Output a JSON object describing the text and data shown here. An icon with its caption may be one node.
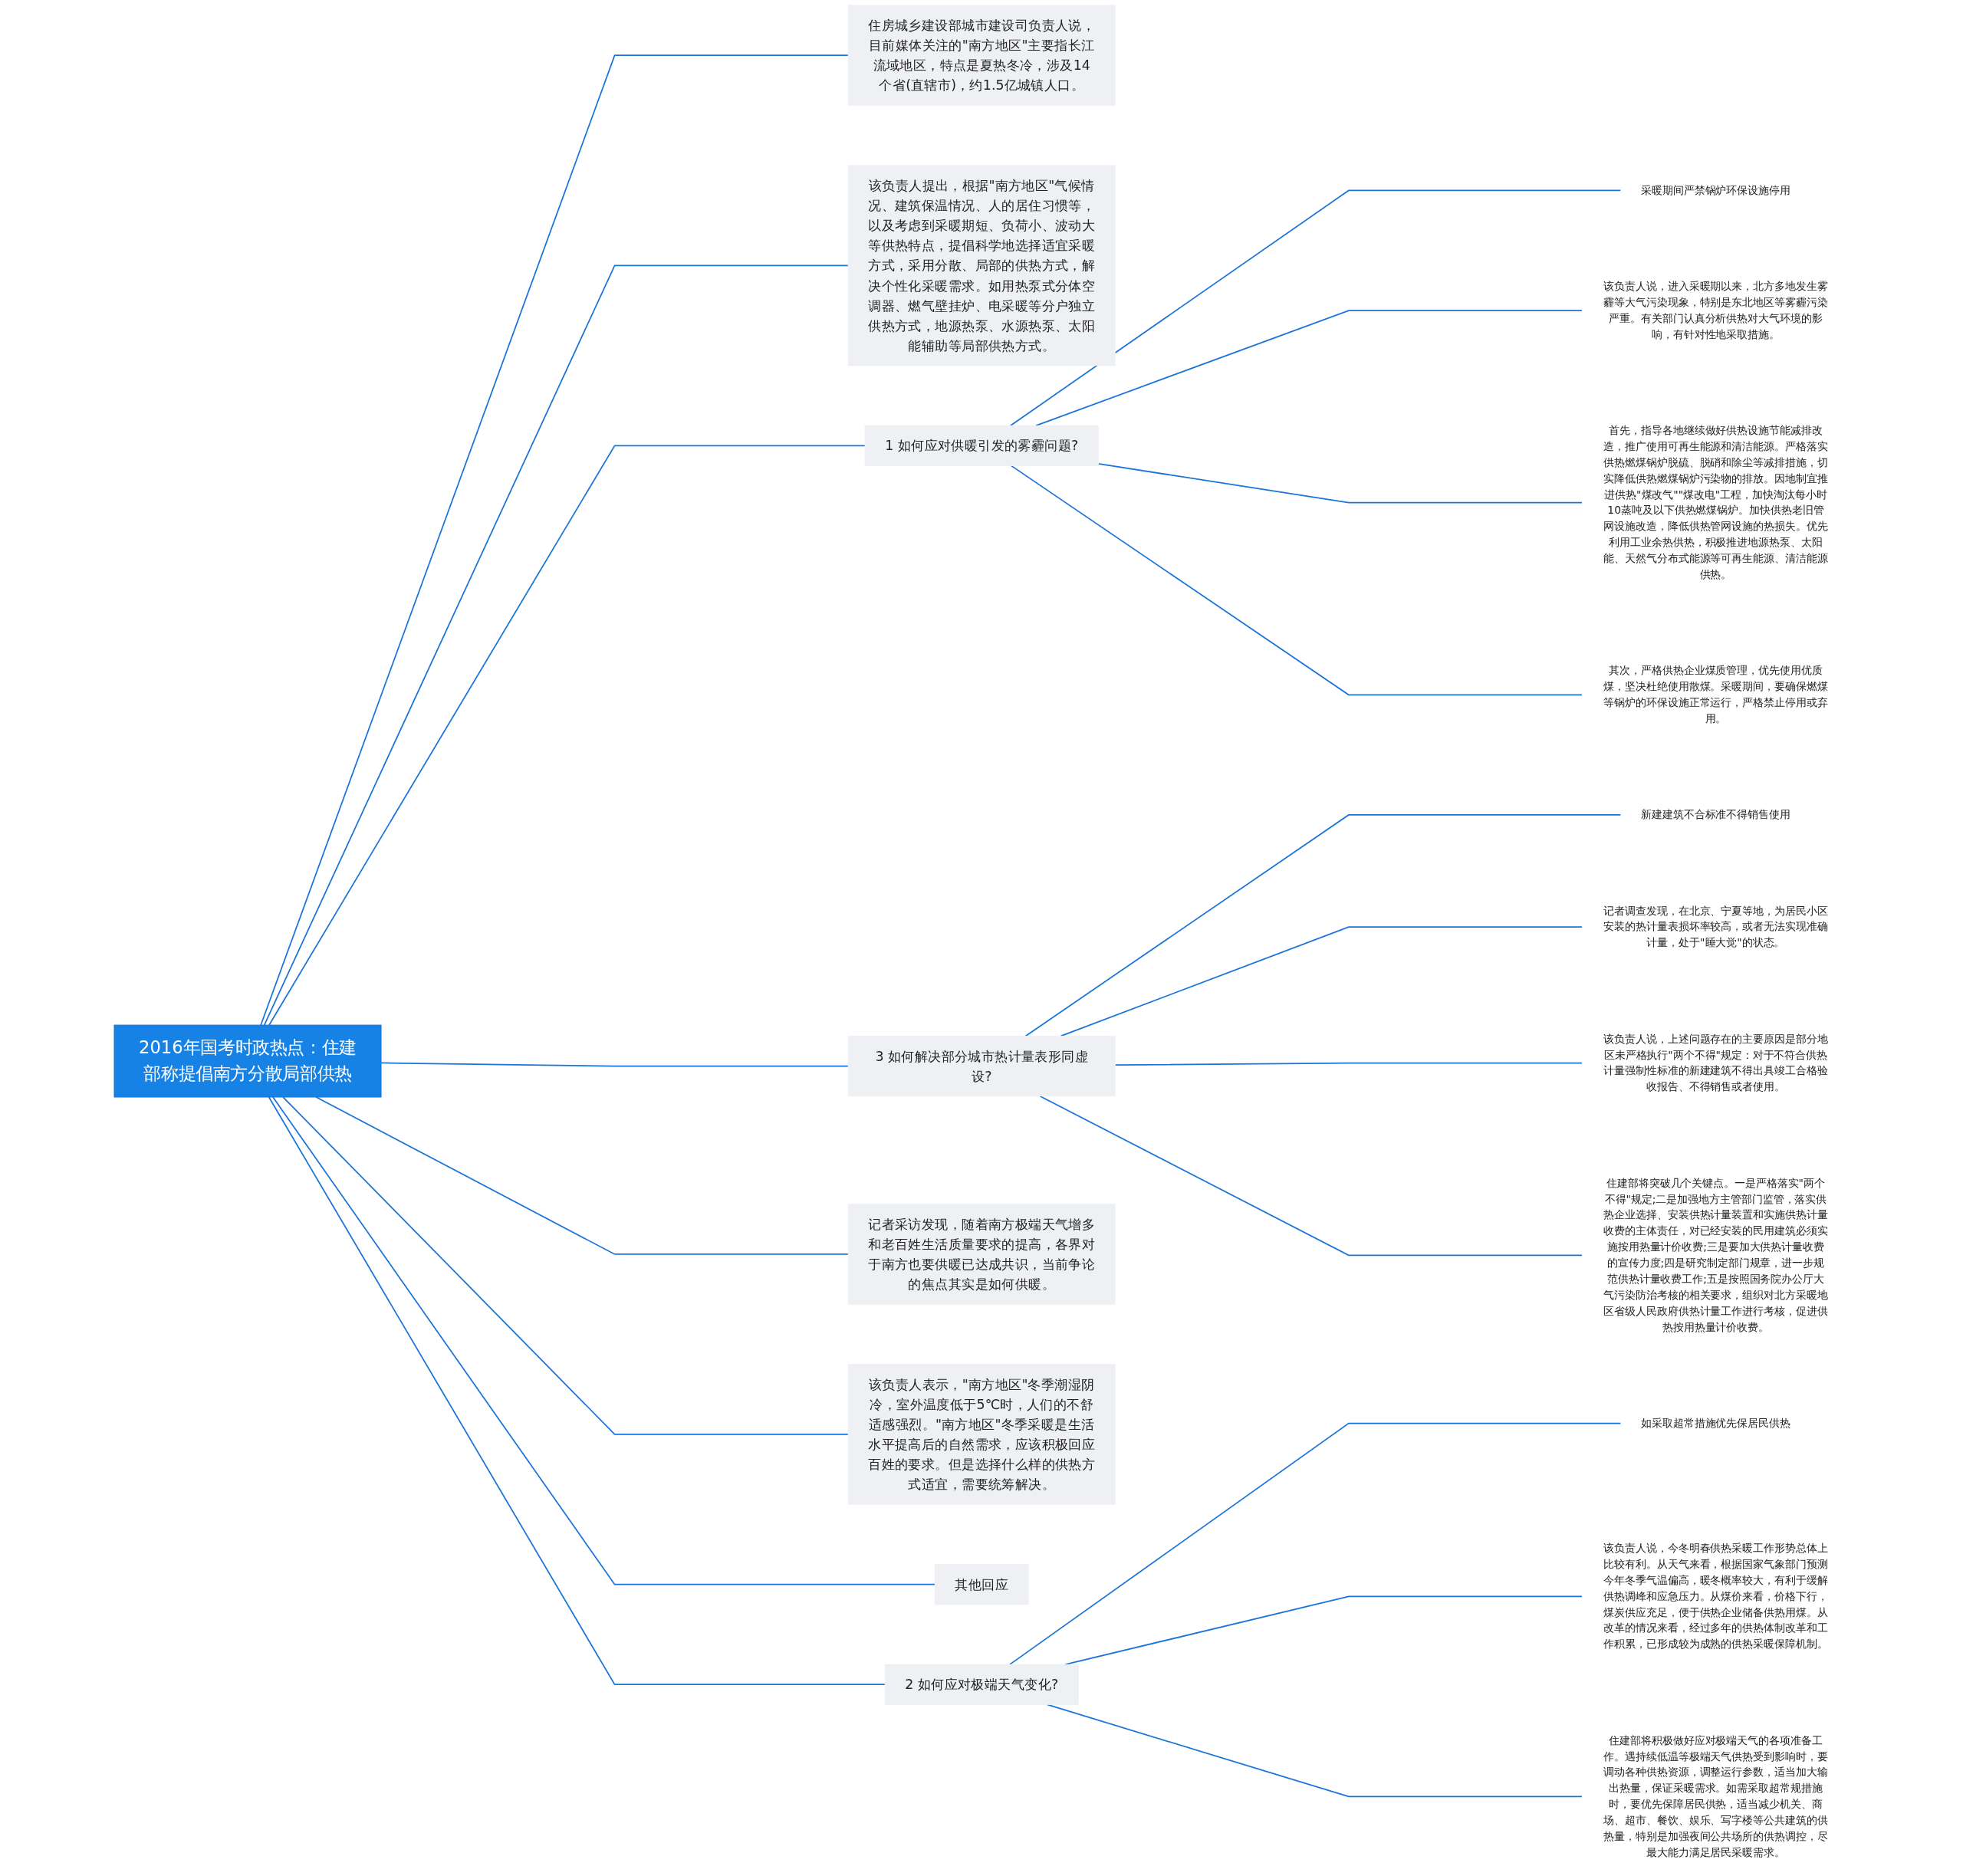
{
  "diagram": {
    "nodes": [
      {
        "text": [
          "2016年国考时政热点：住建部称提倡南方分散局部供热"
        ]
      },
      {
        "text": [
          "住房城乡建设部城市建设司负责人说，目前媒体关注的\"南方地区\"主要指长江流域地区，特点是夏热冬冷，涉及14个省(直辖市)，约1.5亿城镇人口。"
        ]
      },
      {
        "text": [
          "该负责人提出，根据\"南方地区\"气候情况、建筑保温情况、人的居住习惯等，以及考虑到采暖期短、负荷小、波动大等供热特点，提倡科学地选择适宜采暖方式，采用分散、局部的供热方式，解决个性化采暖需求。如用热泵式分体空调器、燃气壁挂炉、电采暖等分户独立供热方式，地源热泵、水源热泵、太阳能辅助等局部供热方式。"
        ]
      },
      {
        "text": [
          "1 如何应对供暖引发的雾霾问题?"
        ]
      },
      {
        "text": [
          "采暖期间严禁锅炉环保设施停用"
        ]
      },
      {
        "text": [
          "该负责人说，进入采暖期以来，北方多地发生雾霾等大气污染现象，特别是东北地区等雾霾污染严重。有关部门认真分析供热对大气环境的影响，有针对性地采取措施。"
        ]
      },
      {
        "text": [
          "首先，指导各地继续做好供热设施节能减排改造，推广使用可再生能源和清洁能源。严格落实供热燃煤锅炉脱硫、脱硝和除尘等减排措施，切实降低供热燃煤锅炉污染物的排放。因地制宜推进供热\"煤改气\"\"煤改电\"工程，加快淘汰每小时10蒸吨及以下供热燃煤锅炉。加快供热老旧管网设施改造，降低供热管网设施的热损失。优先利用工业余热供热，积极推进地源热泵、太阳能、天然气分布式能源等可再生能源、清洁能源供热。"
        ]
      },
      {
        "text": [
          "其次，严格供热企业煤质管理，优先使用优质煤，坚决杜绝使用散煤。采暖期间，要确保燃煤等锅炉的环保设施正常运行，严格禁止停用或弃用。"
        ]
      },
      {
        "text": [
          "3 如何解决部分城市热计量表形同虚设?"
        ]
      },
      {
        "text": [
          "新建建筑不合标准不得销售使用"
        ]
      },
      {
        "text": [
          "记者调查发现，在北京、宁夏等地，为居民小区安装的热计量表损坏率较高，或者无法实现准确计量，处于\"睡大觉\"的状态。"
        ]
      },
      {
        "text": [
          "该负责人说，上述问题存在的主要原因是部分地区未严格执行\"两个不得\"规定：对于不符合供热计量强制性标准的新建建筑不得出具竣工合格验收报告、不得销售或者使用。"
        ]
      },
      {
        "text": [
          "住建部将突破几个关键点。一是严格落实\"两个不得\"规定;二是加强地方主管部门监管，落实供热企业选择、安装供热计量装置和实施供热计量收费的主体责任，对已经安装的民用建筑必须实施按用热量计价收费;三是要加大供热计量收费的宣传力度;四是研究制定部门规章，进一步规范供热计量收费工作;五是按照国务院办公厅大气污染防治考核的相关要求，组织对北方采暖地区省级人民政府供热计量工作进行考核，促进供热按用热量计价收费。"
        ]
      },
      {
        "text": [
          "记者采访发现，随着南方极端天气增多和老百姓生活质量要求的提高，各界对于南方也要供暖已达成共识，当前争论的焦点其实是如何供暖。"
        ]
      },
      {
        "text": [
          "该负责人表示，\"南方地区\"冬季潮湿阴冷，室外温度低于5℃时，人们的不舒适感强烈。\"南方地区\"冬季采暖是生活水平提高后的自然需求，应该积极回应百姓的要求。但是选择什么样的供热方式适宜，需要统筹解决。"
        ]
      },
      {
        "text": [
          "其他回应"
        ]
      },
      {
        "text": [
          "2 如何应对极端天气变化?"
        ]
      },
      {
        "text": [
          "如采取超常措施优先保居民供热"
        ]
      },
      {
        "text": [
          "该负责人说，今冬明春供热采暖工作形势总体上比较有利。从天气来看，根据国家气象部门预测今年冬季气温偏高，暖冬概率较大，有利于缓解供热调峰和应急压力。从煤价来看，价格下行，煤炭供应充足，便于供热企业储备供热用煤。从改革的情况来看，经过多年的供热体制改革和工作积累，已形成较为成熟的供热采暖保障机制。"
        ]
      },
      {
        "text": [
          "住建部将积极做好应对极端天气的各项准备工作。遇持续低温等极端天气供热受到影响时，要调动各种供热资源，调整运行参数，适当加大输出热量，保证采暖需求。如需采取超常规措施时，要优先保障居民供热，适当减少机关、商场、超市、餐饮、娱乐、写字楼等公共建筑的供热量，特别是加强夜间公共场所的供热调控，尽最大能力满足居民采暖需求。"
        ]
      }
    ],
    "edges": [
      {
        "from": 0,
        "to": 1,
        "arrow": "none"
      },
      {
        "from": 0,
        "to": 2,
        "arrow": "none"
      },
      {
        "from": 0,
        "to": 3,
        "arrow": "none"
      },
      {
        "from": 3,
        "to": 4,
        "arrow": "none"
      },
      {
        "from": 3,
        "to": 5,
        "arrow": "none"
      },
      {
        "from": 3,
        "to": 6,
        "arrow": "none"
      },
      {
        "from": 3,
        "to": 7,
        "arrow": "none"
      },
      {
        "from": 0,
        "to": 8,
        "arrow": "none"
      },
      {
        "from": 8,
        "to": 9,
        "arrow": "none"
      },
      {
        "from": 8,
        "to": 10,
        "arrow": "none"
      },
      {
        "from": 8,
        "to": 11,
        "arrow": "none"
      },
      {
        "from": 8,
        "to": 12,
        "arrow": "none"
      },
      {
        "from": 0,
        "to": 13,
        "arrow": "none"
      },
      {
        "from": 0,
        "to": 14,
        "arrow": "none"
      },
      {
        "from": 0,
        "to": 15,
        "arrow": "none"
      },
      {
        "from": 0,
        "to": 16,
        "arrow": "none"
      },
      {
        "from": 16,
        "to": 17,
        "arrow": "none"
      },
      {
        "from": 16,
        "to": 18,
        "arrow": "none"
      },
      {
        "from": 16,
        "to": 19,
        "arrow": "none"
      }
    ]
  }
}
